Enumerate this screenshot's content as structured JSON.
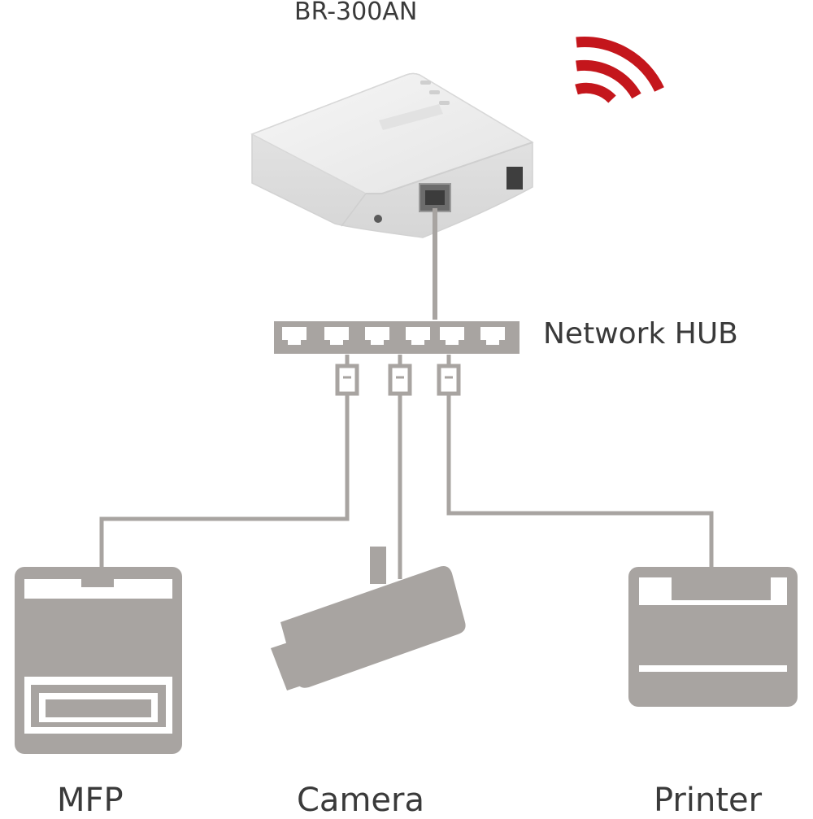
{
  "device": {
    "title": "BR-300AN"
  },
  "hub": {
    "label": "Network HUB",
    "port_count": 6
  },
  "endpoints": [
    {
      "id": "mfp",
      "label": "MFP"
    },
    {
      "id": "camera",
      "label": "Camera"
    },
    {
      "id": "printer",
      "label": "Printer"
    }
  ],
  "colors": {
    "wireless_signal": "#c4161c",
    "device_gray": "#a8a4a1",
    "cable_gray": "#a8a4a1",
    "label_text": "#3a3a3a"
  },
  "icons": [
    "wireless-signal-icon",
    "router-device-icon",
    "network-hub-icon",
    "mfp-icon",
    "camera-icon",
    "printer-icon"
  ]
}
